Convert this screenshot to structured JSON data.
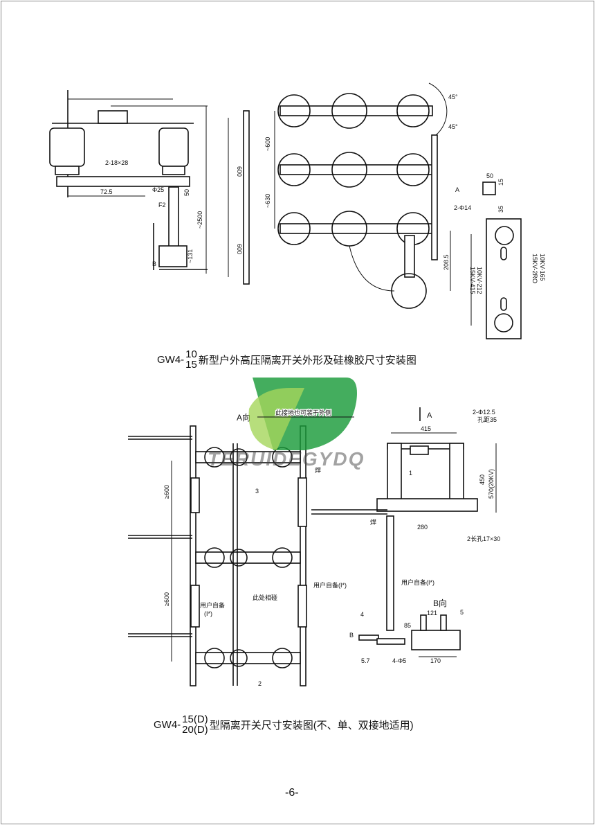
{
  "figure1": {
    "caption_prefix": "GW4-",
    "caption_top": "10",
    "caption_bottom": "15",
    "caption_suffix": "新型户外高压隔离开关外形及硅橡胶尺寸安装图",
    "labels": {
      "slot": "2-18×28",
      "d725": "72.5",
      "phi25": "Φ25",
      "d50": "50",
      "f2": "F2",
      "d2500": "~2500",
      "d131": "~131",
      "b": "B",
      "d600a": "600",
      "d600b": "600",
      "d600c": "~600",
      "d630": "~630",
      "a45a": "45°",
      "a45b": "45°",
      "a": "A",
      "phi14": "2-Φ14",
      "d208": "208.5",
      "d50b": "50",
      "d15": "15",
      "d35": "35",
      "kv1": "10KV-212",
      "kv2": "15KV-415",
      "kv3": "10KV-165",
      "kv4": "15KV-2RO"
    }
  },
  "figure2": {
    "caption_prefix": "GW4-",
    "caption_top": "15(D)",
    "caption_bottom": "20(D)",
    "caption_suffix": "型隔离开关尺寸安装图(不、单、双接地适用)",
    "labels": {
      "a_dir": "A向",
      "ground_note": "此接地也可装于外侧",
      "weld1": "焊",
      "n3": "3",
      "ge600a": "≥600",
      "ge600b": "≥600",
      "touch": "此处相碰",
      "user1": "用户自备(I*)",
      "user2a": "用户自备",
      "user2b": "(I*)",
      "n2": "2",
      "a_arrow": "A",
      "phi125": "2-Φ12.5",
      "pitch": "孔距35",
      "d415": "415",
      "n1": "1",
      "d450": "450",
      "d570": "570(20KV)",
      "weld2": "焊",
      "d280": "280",
      "slot2": "2长孔17×30",
      "user3": "用户自备(I*)",
      "b_dir": "B向",
      "d121": "121",
      "n5": "5",
      "n4": "4",
      "d85": "85",
      "b": "B",
      "d57": "5.7",
      "phi5": "4-Φ5",
      "d170": "170"
    }
  },
  "watermark": {
    "text": "TERUIDEGYDQ",
    "color": "#1a9a3a"
  },
  "page_number": "-6-"
}
